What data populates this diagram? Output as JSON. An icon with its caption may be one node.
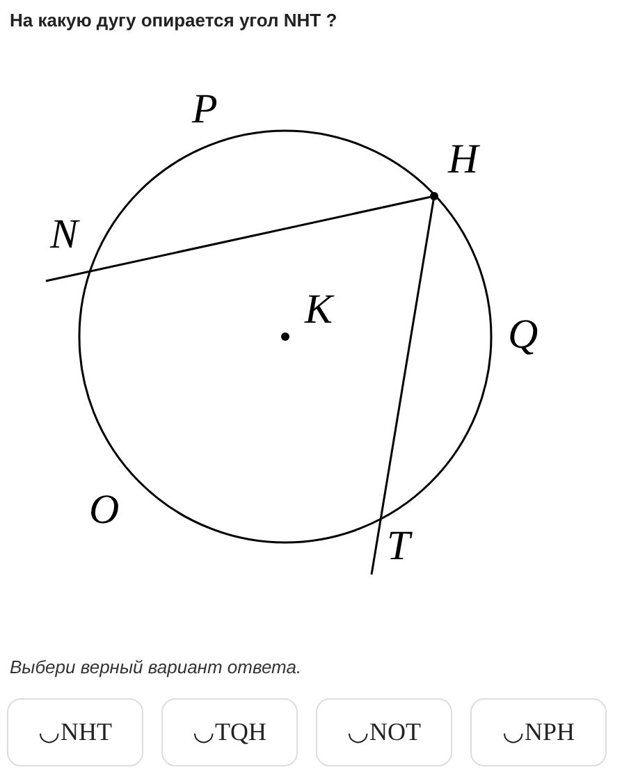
{
  "diagram": {
    "title": "На какую дугу опирается угол NHT ?",
    "labels": [
      "P",
      "H",
      "N",
      "K",
      "Q",
      "O",
      "T",
      "Выбери верный вариант ответа.",
      "◡NHT",
      "◡TQH",
      "◡NOT",
      "◡NPH"
    ]
  }
}
